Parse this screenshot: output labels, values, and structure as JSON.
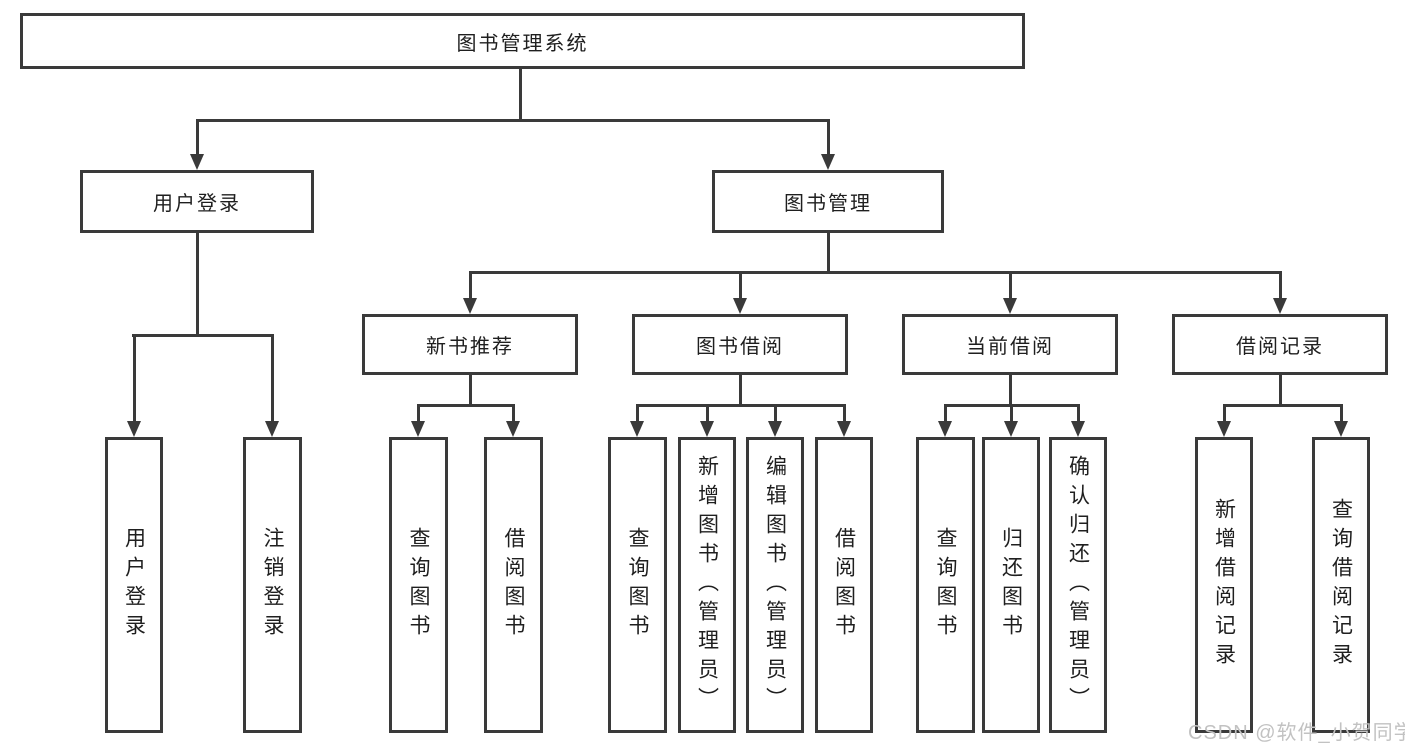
{
  "colors": {
    "line": "#3a3a3a",
    "text": "#1f1f1f",
    "background": "#ffffff",
    "watermark": "#c2c2c2"
  },
  "watermark": {
    "text": "CSDN @软件_小贺同学"
  },
  "diagram": {
    "root": {
      "label": "图书管理系统"
    },
    "branches": [
      {
        "label": "用户登录",
        "children": [
          {
            "label": "用户登录"
          },
          {
            "label": "注销登录"
          }
        ]
      },
      {
        "label": "图书管理",
        "children": [
          {
            "label": "新书推荐",
            "children": [
              {
                "label": "查询图书"
              },
              {
                "label": "借阅图书"
              }
            ]
          },
          {
            "label": "图书借阅",
            "children": [
              {
                "label": "查询图书"
              },
              {
                "label": "新增图书（管理员）"
              },
              {
                "label": "编辑图书（管理员）"
              },
              {
                "label": "借阅图书"
              }
            ]
          },
          {
            "label": "当前借阅",
            "children": [
              {
                "label": "查询图书"
              },
              {
                "label": "归还图书"
              },
              {
                "label": "确认归还（管理员）"
              }
            ]
          },
          {
            "label": "借阅记录",
            "children": [
              {
                "label": "新增借阅记录"
              },
              {
                "label": "查询借阅记录"
              }
            ]
          }
        ]
      }
    ]
  }
}
